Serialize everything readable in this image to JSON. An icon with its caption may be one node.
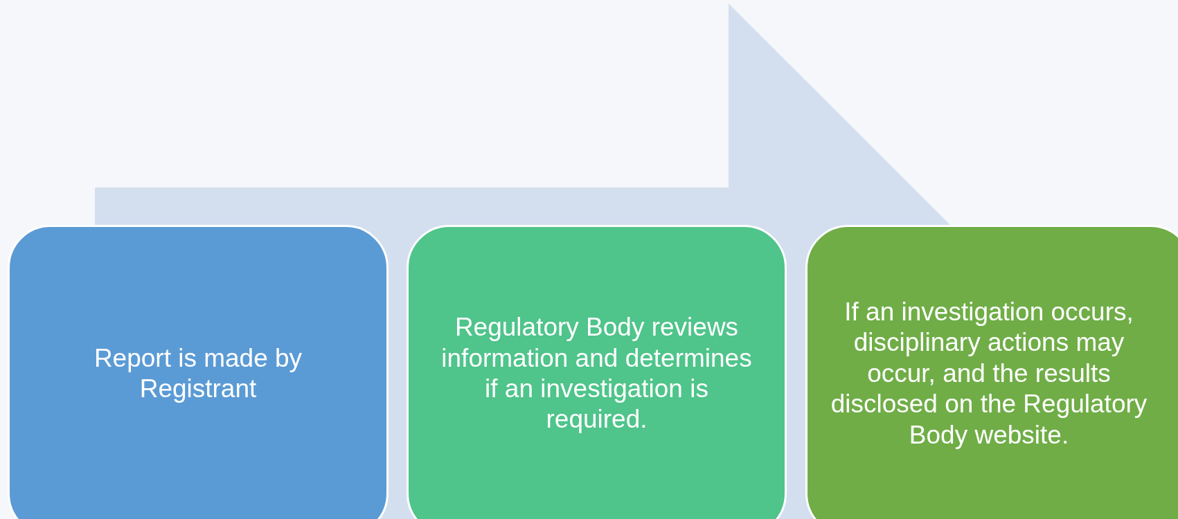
{
  "diagram": {
    "nodes": [
      {
        "text": [
          "Report is made by Registrant"
        ]
      },
      {
        "text": [
          "Regulatory Body reviews information and determines if an investigation is required."
        ]
      },
      {
        "text": [
          "If an investigation occurs, disciplinary actions may occur, and the results disclosed on the Regulatory Body website."
        ]
      }
    ],
    "edges": []
  }
}
